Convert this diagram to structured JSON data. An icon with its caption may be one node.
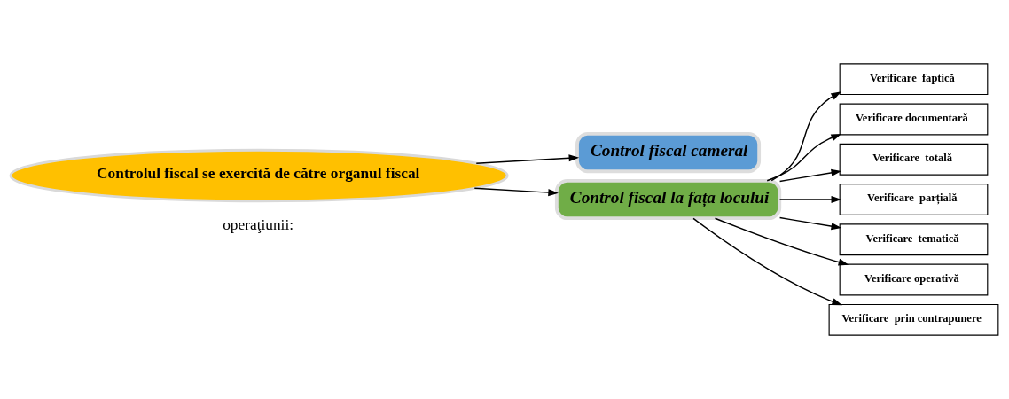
{
  "diagram": {
    "nodes": [
      {
        "text": [
          "Controlul fiscal se exercită de către organul fiscal"
        ]
      },
      {
        "text": [
          "Control fiscal cameral"
        ]
      },
      {
        "text": [
          "Control fiscal la fața locului"
        ]
      },
      {
        "text": [
          "Verificare  faptică"
        ]
      },
      {
        "text": [
          "Verificare documentară"
        ]
      },
      {
        "text": [
          "Verificare  totală"
        ]
      },
      {
        "text": [
          "Verificare  parțială"
        ]
      },
      {
        "text": [
          "Verificare  tematică"
        ]
      },
      {
        "text": [
          "Verificare operativă"
        ]
      },
      {
        "text": [
          "Verificare  prin contrapunere"
        ]
      }
    ],
    "edges": [
      {
        "from": 0,
        "to": 1,
        "arrow": "to"
      },
      {
        "from": 0,
        "to": 2,
        "arrow": "to"
      },
      {
        "from": 2,
        "to": 3,
        "arrow": "to"
      },
      {
        "from": 2,
        "to": 4,
        "arrow": "to"
      },
      {
        "from": 2,
        "to": 5,
        "arrow": "to"
      },
      {
        "from": 2,
        "to": 6,
        "arrow": "to"
      },
      {
        "from": 2,
        "to": 7,
        "arrow": "to"
      },
      {
        "from": 2,
        "to": 8,
        "arrow": "to"
      },
      {
        "from": 2,
        "to": 9,
        "arrow": "to"
      }
    ],
    "labels": [
      "operaţiunii:"
    ]
  }
}
